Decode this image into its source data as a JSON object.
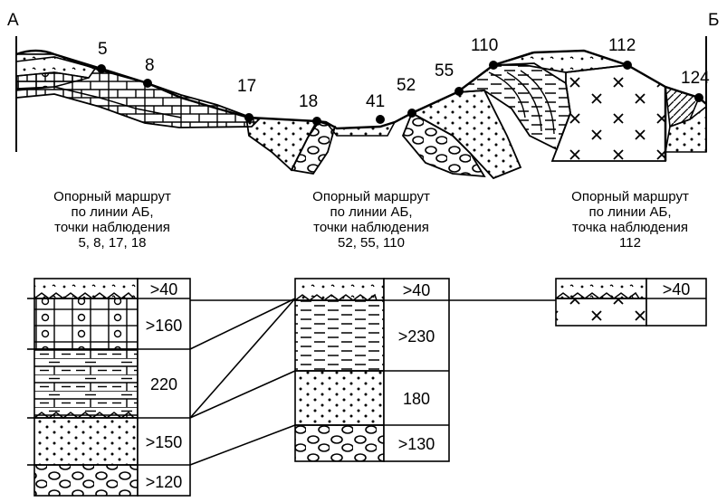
{
  "section_endpoints": {
    "left": "А",
    "right": "Б"
  },
  "profile_points": [
    "5",
    "8",
    "17",
    "18",
    "41",
    "52",
    "55",
    "110",
    "112",
    "124"
  ],
  "columns": [
    {
      "caption": [
        "Опорный маршрут",
        "по линии АБ,",
        "точки наблюдения",
        "5, 8, 17, 18"
      ],
      "thicknesses": [
        ">40",
        ">160",
        "220",
        ">150",
        ">120"
      ]
    },
    {
      "caption": [
        "Опорный маршрут",
        "по линии АБ,",
        "точки наблюдения",
        "52, 55, 110"
      ],
      "thicknesses": [
        ">40",
        ">230",
        "180",
        ">130"
      ]
    },
    {
      "caption": [
        "Опорный маршрут",
        "по линии АБ,",
        "точка наблюдения",
        "112"
      ],
      "thicknesses": [
        ">40",
        ""
      ]
    }
  ]
}
